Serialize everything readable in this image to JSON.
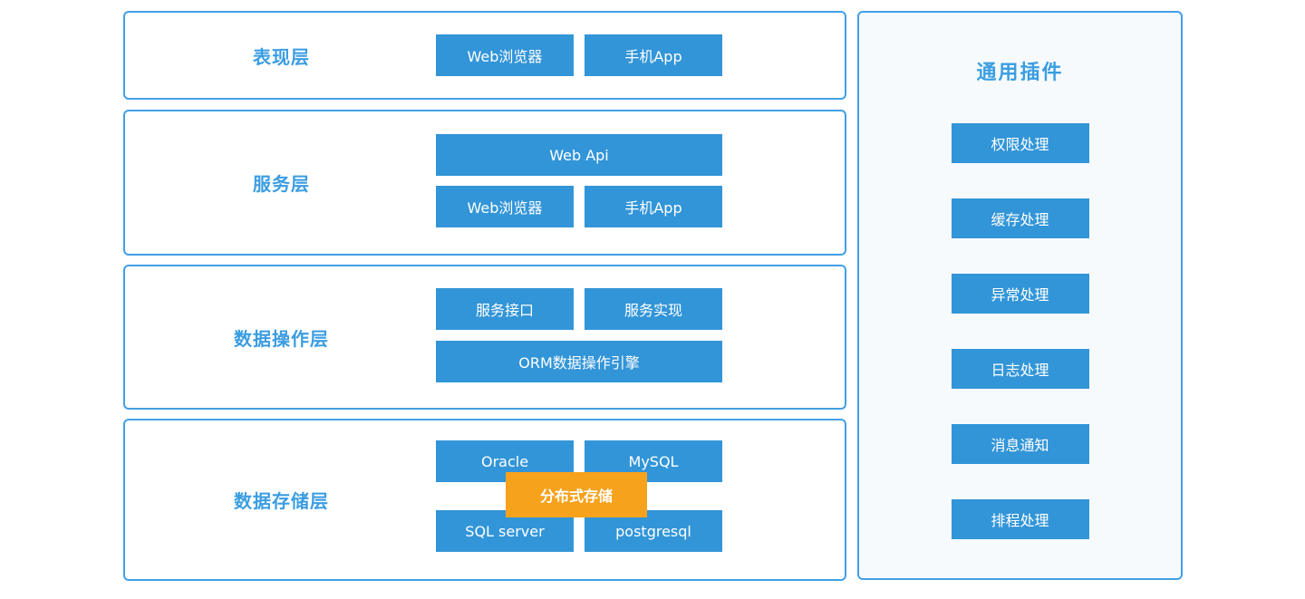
{
  "diagram": {
    "layers": [
      {
        "label": "表现层",
        "row1": [
          "Web浏览器",
          "手机App"
        ]
      },
      {
        "label": "服务层",
        "wide_top": "Web Api",
        "row1": [
          "Web浏览器",
          "手机App"
        ]
      },
      {
        "label": "数据操作层",
        "row1": [
          "服务接口",
          "服务实现"
        ],
        "wide_bottom": "ORM数据操作引擎"
      },
      {
        "label": "数据存储层",
        "row1": [
          "Oracle",
          "MySQL"
        ],
        "row2": [
          "SQL server",
          "postgresql"
        ],
        "overlay": "分布式存储"
      }
    ],
    "plugins_panel": {
      "title": "通用插件",
      "items": [
        "权限处理",
        "缓存处理",
        "异常处理",
        "日志处理",
        "消息通知",
        "排程处理"
      ]
    },
    "colors": {
      "node_blue": "#3295d8",
      "overlay_orange": "#f7a21c",
      "border_blue": "#42a0e5",
      "label_blue": "#3b9de2",
      "panel_bg": "#f6fafd"
    }
  }
}
